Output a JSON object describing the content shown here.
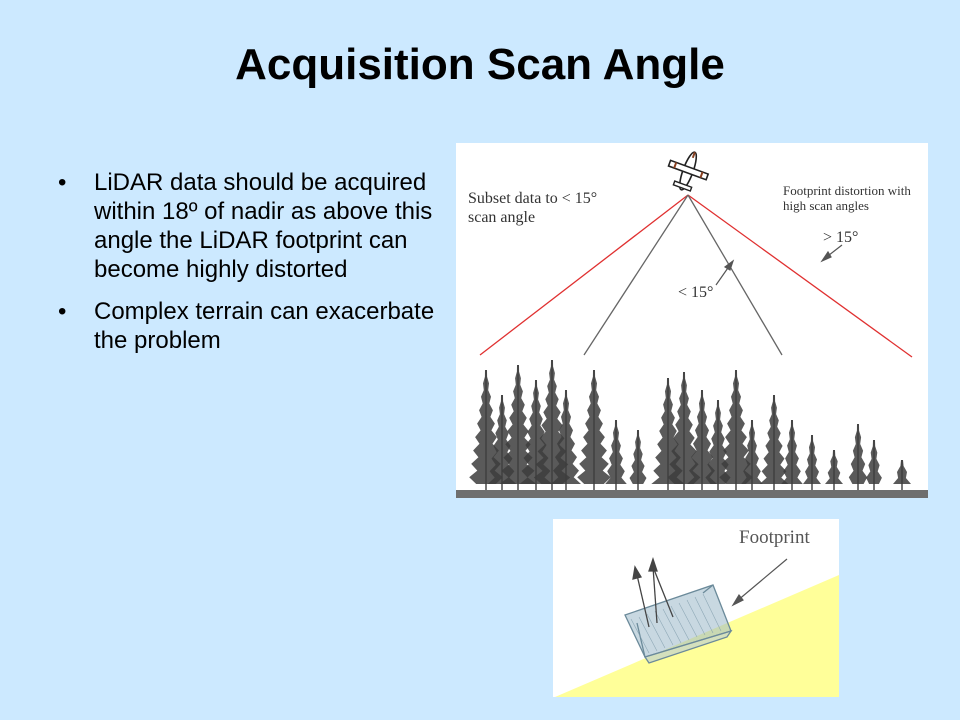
{
  "slide": {
    "title": "Acquisition Scan Angle",
    "bullets": [
      "LiDAR data should be acquired within 18º of nadir as above this angle the LiDAR footprint can become highly distorted",
      "Complex terrain can exacerbate the problem"
    ],
    "bullet_glyph": "•"
  },
  "scan_diagram": {
    "label_subset": "Subset data to < 15° scan angle",
    "label_distortion": "Footprint distortion with high scan angles",
    "label_greater": "> 15°",
    "label_less": "< 15°",
    "icons": [
      "airplane-icon",
      "tree-icon"
    ],
    "colors": {
      "high_angle_line": "#e03030",
      "low_angle_line": "#666666",
      "tree": "#3d3d3d",
      "ground": "#6e6e6e"
    }
  },
  "footprint_diagram": {
    "label": "Footprint",
    "colors": {
      "slope": "#ffff99",
      "footprint_box": "#9ab8c8"
    }
  },
  "colors": {
    "background": "#cce9ff",
    "text": "#000000"
  }
}
